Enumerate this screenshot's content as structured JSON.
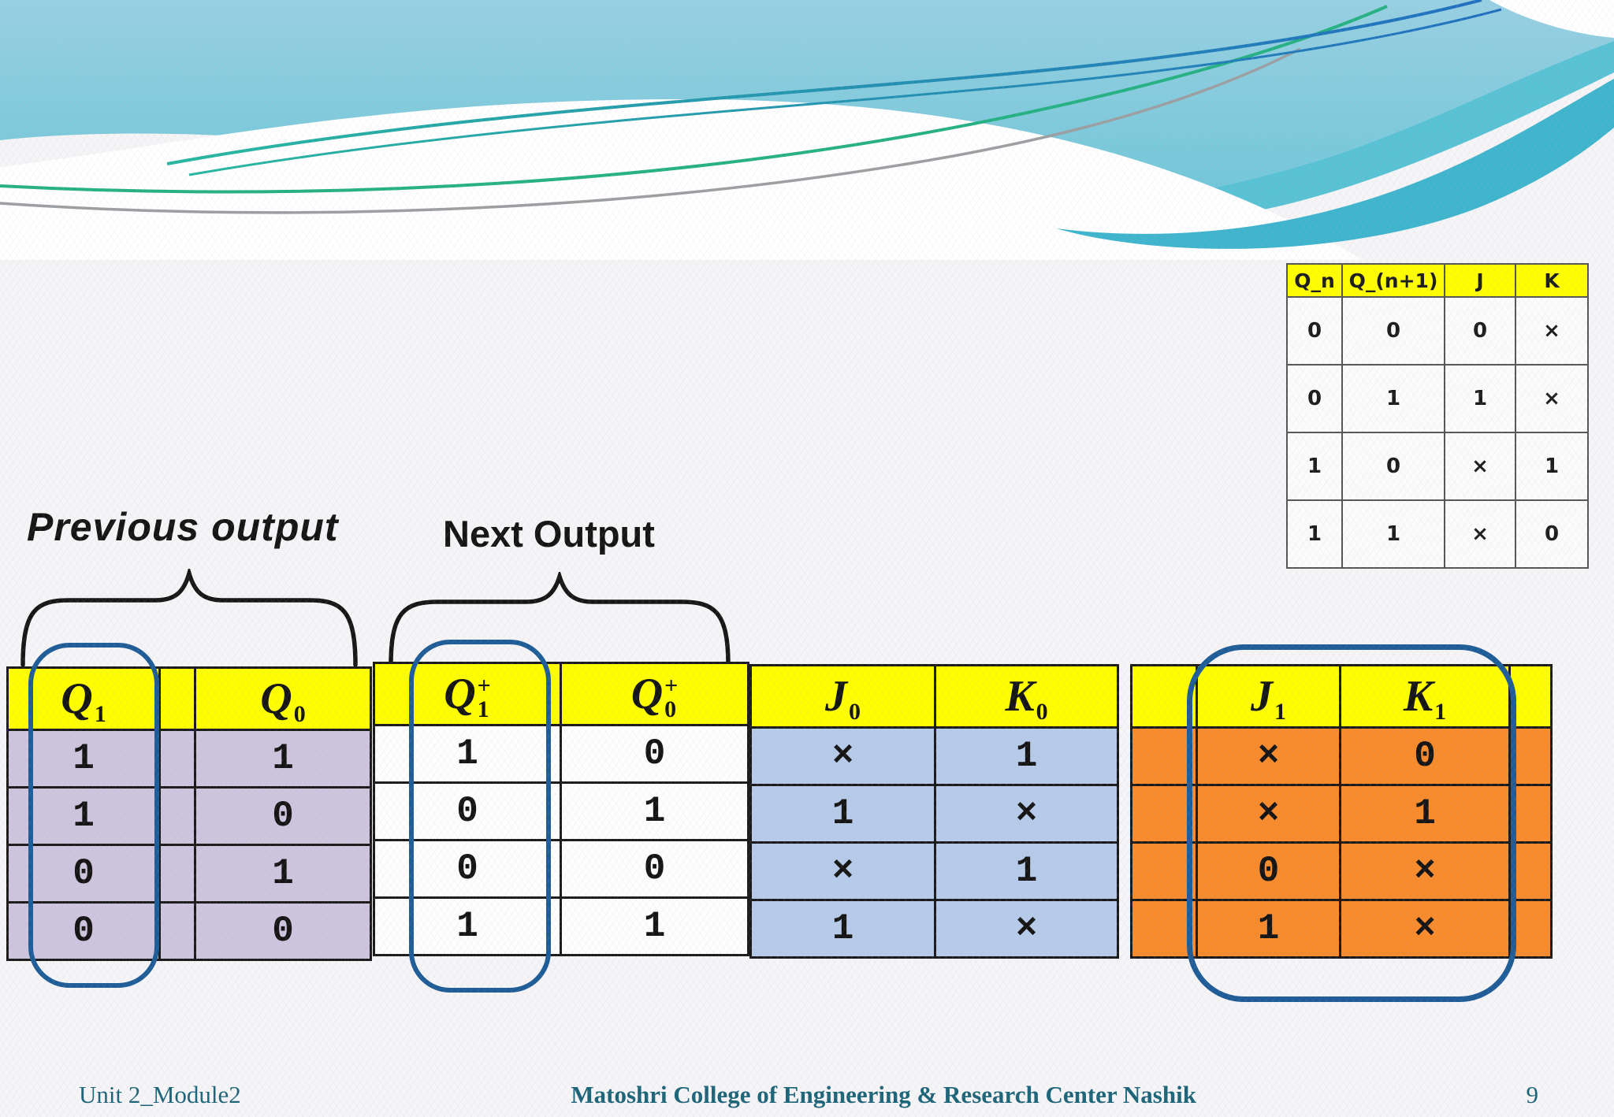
{
  "colors": {
    "header_yellow": "#fffe00",
    "body_purple": "#cdc4de",
    "body_white": "#fdfdfd",
    "body_blue": "#b6cbe9",
    "body_orange": "#f78b2c",
    "capsule_blue": "#1d5c96",
    "grid_line": "#1a1a1a",
    "ref_line": "#555555",
    "footer_teal": "#1c6478"
  },
  "labels": {
    "previous_output": "Previous output",
    "next_output": "Next Output"
  },
  "jk_reference_table": {
    "headers": [
      "Q_n",
      "Q_(n+1)",
      "J",
      "K"
    ],
    "rows": [
      [
        "0",
        "0",
        "0",
        "×"
      ],
      [
        "0",
        "1",
        "1",
        "×"
      ],
      [
        "1",
        "0",
        "×",
        "1"
      ],
      [
        "1",
        "1",
        "×",
        "0"
      ]
    ]
  },
  "excitation_tables": {
    "previous_state": {
      "columns": [
        {
          "base": "Q",
          "sup": "",
          "sub": "1"
        },
        {
          "base": "Q",
          "sup": "",
          "sub": "0"
        }
      ],
      "rows": [
        [
          "1",
          "1"
        ],
        [
          "1",
          "0"
        ],
        [
          "0",
          "1"
        ],
        [
          "0",
          "0"
        ]
      ]
    },
    "next_state": {
      "columns": [
        {
          "base": "Q",
          "sup": "+",
          "sub": "1"
        },
        {
          "base": "Q",
          "sup": "+",
          "sub": "0"
        }
      ],
      "rows": [
        [
          "1",
          "0"
        ],
        [
          "0",
          "1"
        ],
        [
          "0",
          "0"
        ],
        [
          "1",
          "1"
        ]
      ]
    },
    "jk0": {
      "columns": [
        {
          "base": "J",
          "sup": "",
          "sub": "0"
        },
        {
          "base": "K",
          "sup": "",
          "sub": "0"
        }
      ],
      "rows": [
        [
          "×",
          "1"
        ],
        [
          "1",
          "×"
        ],
        [
          "×",
          "1"
        ],
        [
          "1",
          "×"
        ]
      ]
    },
    "jk1": {
      "columns": [
        {
          "base": "J",
          "sup": "",
          "sub": "1"
        },
        {
          "base": "K",
          "sup": "",
          "sub": "1"
        }
      ],
      "rows": [
        [
          "×",
          "0"
        ],
        [
          "×",
          "1"
        ],
        [
          "0",
          "×"
        ],
        [
          "1",
          "×"
        ]
      ]
    }
  },
  "footer": {
    "left": "Unit 2_Module2",
    "center": "Matoshri College of Engineering & Research Center Nashik",
    "page_number": "9"
  }
}
